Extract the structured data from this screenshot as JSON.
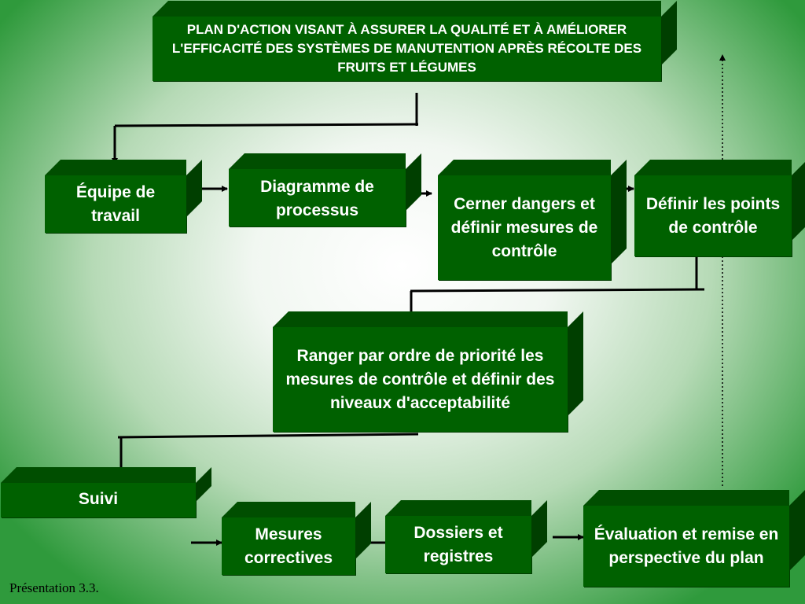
{
  "title": "PLAN D'ACTION VISANT À ASSURER LA QUALITÉ ET À AMÉLIORER L'EFFICACITÉ DES SYSTÈMES DE MANUTENTION APRÈS RÉCOLTE DES FRUITS ET LÉGUMES",
  "boxes": {
    "equipe": "Équipe de travail",
    "diagramme": "Diagramme de processus",
    "cerner": "Cerner dangers et définir mesures de contrôle",
    "definir": "Définir les points de contrôle",
    "ranger": "Ranger par ordre de priorité les mesures de contrôle et définir des niveaux d'acceptabilité",
    "suivi": "Suivi",
    "mesures": "Mesures correctives",
    "dossiers": "Dossiers et registres",
    "evaluation": "Évaluation et remise en perspective du plan"
  },
  "footer": "Présentation 3.3.",
  "colors": {
    "box_face": "#006100",
    "box_top": "#004e00",
    "box_side": "#003f00",
    "text": "#ffffff",
    "connector": "#000000"
  }
}
